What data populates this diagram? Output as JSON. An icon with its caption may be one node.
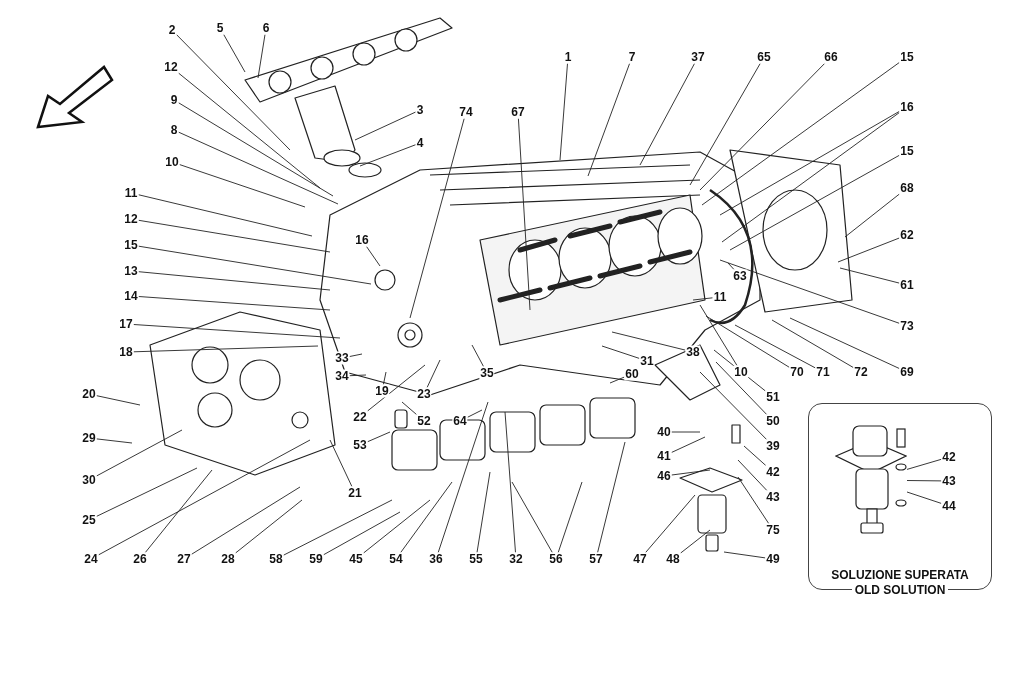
{
  "diagram": {
    "nodes": [
      {
        "text": [
          "2"
        ]
      },
      {
        "text": [
          "5"
        ]
      },
      {
        "text": [
          "6"
        ]
      },
      {
        "text": [
          "12"
        ]
      },
      {
        "text": [
          "9"
        ]
      },
      {
        "text": [
          "8"
        ]
      },
      {
        "text": [
          "10"
        ]
      },
      {
        "text": [
          "11"
        ]
      },
      {
        "text": [
          "12"
        ]
      },
      {
        "text": [
          "15"
        ]
      },
      {
        "text": [
          "13"
        ]
      },
      {
        "text": [
          "14"
        ]
      },
      {
        "text": [
          "17"
        ]
      },
      {
        "text": [
          "18"
        ]
      },
      {
        "text": [
          "20"
        ]
      },
      {
        "text": [
          "29"
        ]
      },
      {
        "text": [
          "30"
        ]
      },
      {
        "text": [
          "25"
        ]
      },
      {
        "text": [
          "24"
        ]
      },
      {
        "text": [
          "26"
        ]
      },
      {
        "text": [
          "27"
        ]
      },
      {
        "text": [
          "28"
        ]
      },
      {
        "text": [
          "58"
        ]
      },
      {
        "text": [
          "59"
        ]
      },
      {
        "text": [
          "45"
        ]
      },
      {
        "text": [
          "54"
        ]
      },
      {
        "text": [
          "36"
        ]
      },
      {
        "text": [
          "55"
        ]
      },
      {
        "text": [
          "32"
        ]
      },
      {
        "text": [
          "56"
        ]
      },
      {
        "text": [
          "57"
        ]
      },
      {
        "text": [
          "47"
        ]
      },
      {
        "text": [
          "48"
        ]
      },
      {
        "text": [
          "49"
        ]
      },
      {
        "text": [
          "3"
        ]
      },
      {
        "text": [
          "4"
        ]
      },
      {
        "text": [
          "74"
        ]
      },
      {
        "text": [
          "67"
        ]
      },
      {
        "text": [
          "1"
        ]
      },
      {
        "text": [
          "7"
        ]
      },
      {
        "text": [
          "37"
        ]
      },
      {
        "text": [
          "65"
        ]
      },
      {
        "text": [
          "66"
        ]
      },
      {
        "text": [
          "15"
        ]
      },
      {
        "text": [
          "16"
        ]
      },
      {
        "text": [
          "15"
        ]
      },
      {
        "text": [
          "68"
        ]
      },
      {
        "text": [
          "62"
        ]
      },
      {
        "text": [
          "61"
        ]
      },
      {
        "text": [
          "73"
        ]
      },
      {
        "text": [
          "69"
        ]
      },
      {
        "text": [
          "72"
        ]
      },
      {
        "text": [
          "71"
        ]
      },
      {
        "text": [
          "70"
        ]
      },
      {
        "text": [
          "10"
        ]
      },
      {
        "text": [
          "63"
        ]
      },
      {
        "text": [
          "11"
        ]
      },
      {
        "text": [
          "16"
        ]
      },
      {
        "text": [
          "33"
        ]
      },
      {
        "text": [
          "34"
        ]
      },
      {
        "text": [
          "19"
        ]
      },
      {
        "text": [
          "22"
        ]
      },
      {
        "text": [
          "23"
        ]
      },
      {
        "text": [
          "52"
        ]
      },
      {
        "text": [
          "53"
        ]
      },
      {
        "text": [
          "21"
        ]
      },
      {
        "text": [
          "35"
        ]
      },
      {
        "text": [
          "64"
        ]
      },
      {
        "text": [
          "38"
        ]
      },
      {
        "text": [
          "31"
        ]
      },
      {
        "text": [
          "60"
        ]
      },
      {
        "text": [
          "51"
        ]
      },
      {
        "text": [
          "50"
        ]
      },
      {
        "text": [
          "39"
        ]
      },
      {
        "text": [
          "42"
        ]
      },
      {
        "text": [
          "43"
        ]
      },
      {
        "text": [
          "75"
        ]
      },
      {
        "text": [
          "40"
        ]
      },
      {
        "text": [
          "41"
        ]
      },
      {
        "text": [
          "46"
        ]
      },
      {
        "text": [
          "SOLUZIONE SUPERATA",
          "OLD SOLUTION"
        ]
      },
      {
        "text": [
          "42"
        ],
        "in": 80
      },
      {
        "text": [
          "43"
        ],
        "in": 80
      },
      {
        "text": [
          "44"
        ],
        "in": 80
      },
      {
        "text": [],
        "shape": "picture",
        "in": 80
      }
    ],
    "edges": [
      {
        "from": 0,
        "to": null,
        "arrow": "none"
      },
      {
        "from": 1,
        "to": null,
        "arrow": "none"
      },
      {
        "from": 2,
        "to": null,
        "arrow": "none"
      },
      {
        "from": 3,
        "to": null,
        "arrow": "none"
      },
      {
        "from": 4,
        "to": null,
        "arrow": "none"
      },
      {
        "from": 5,
        "to": null,
        "arrow": "none"
      },
      {
        "from": 6,
        "to": null,
        "arrow": "none"
      },
      {
        "from": 7,
        "to": null,
        "arrow": "none"
      },
      {
        "from": 8,
        "to": null,
        "arrow": "none"
      },
      {
        "from": 9,
        "to": null,
        "arrow": "none"
      },
      {
        "from": 10,
        "to": null,
        "arrow": "none"
      },
      {
        "from": 11,
        "to": null,
        "arrow": "none"
      },
      {
        "from": 12,
        "to": null,
        "arrow": "none"
      },
      {
        "from": 13,
        "to": null,
        "arrow": "none"
      },
      {
        "from": 14,
        "to": null,
        "arrow": "none"
      },
      {
        "from": 15,
        "to": null,
        "arrow": "none"
      },
      {
        "from": 16,
        "to": null,
        "arrow": "none"
      },
      {
        "from": 17,
        "to": null,
        "arrow": "none"
      },
      {
        "from": 18,
        "to": null,
        "arrow": "none"
      },
      {
        "from": 19,
        "to": null,
        "arrow": "none"
      },
      {
        "from": 20,
        "to": null,
        "arrow": "none"
      },
      {
        "from": 21,
        "to": null,
        "arrow": "none"
      },
      {
        "from": 22,
        "to": null,
        "arrow": "none"
      },
      {
        "from": 23,
        "to": null,
        "arrow": "none"
      },
      {
        "from": 24,
        "to": null,
        "arrow": "none"
      },
      {
        "from": 25,
        "to": null,
        "arrow": "none"
      },
      {
        "from": 26,
        "to": null,
        "arrow": "none"
      },
      {
        "from": 27,
        "to": null,
        "arrow": "none"
      },
      {
        "from": 28,
        "to": null,
        "arrow": "none"
      },
      {
        "from": 29,
        "to": null,
        "arrow": "none"
      },
      {
        "from": 30,
        "to": null,
        "arrow": "none"
      },
      {
        "from": 31,
        "to": null,
        "arrow": "none"
      },
      {
        "from": 32,
        "to": null,
        "arrow": "none"
      },
      {
        "from": 33,
        "to": null,
        "arrow": "none"
      },
      {
        "from": 34,
        "to": null,
        "arrow": "none"
      },
      {
        "from": 35,
        "to": null,
        "arrow": "none"
      },
      {
        "from": 36,
        "to": null,
        "arrow": "none"
      },
      {
        "from": 37,
        "to": null,
        "arrow": "none"
      },
      {
        "from": 38,
        "to": null,
        "arrow": "none"
      },
      {
        "from": 39,
        "to": null,
        "arrow": "none"
      },
      {
        "from": 40,
        "to": null,
        "arrow": "none"
      },
      {
        "from": 41,
        "to": null,
        "arrow": "none"
      },
      {
        "from": 42,
        "to": null,
        "arrow": "none"
      },
      {
        "from": 43,
        "to": null,
        "arrow": "none"
      },
      {
        "from": 44,
        "to": null,
        "arrow": "none"
      },
      {
        "from": 45,
        "to": null,
        "arrow": "none"
      },
      {
        "from": 46,
        "to": null,
        "arrow": "none"
      },
      {
        "from": 47,
        "to": null,
        "arrow": "none"
      },
      {
        "from": 48,
        "to": null,
        "arrow": "none"
      },
      {
        "from": 49,
        "to": null,
        "arrow": "none"
      },
      {
        "from": 50,
        "to": null,
        "arrow": "none"
      },
      {
        "from": 51,
        "to": null,
        "arrow": "none"
      },
      {
        "from": 52,
        "to": null,
        "arrow": "none"
      },
      {
        "from": 53,
        "to": null,
        "arrow": "none"
      },
      {
        "from": 54,
        "to": null,
        "arrow": "none"
      },
      {
        "from": 55,
        "to": null,
        "arrow": "none"
      },
      {
        "from": 56,
        "to": null,
        "arrow": "none"
      },
      {
        "from": 57,
        "to": null,
        "arrow": "none"
      },
      {
        "from": 58,
        "to": null,
        "arrow": "none"
      },
      {
        "from": 59,
        "to": null,
        "arrow": "none"
      },
      {
        "from": 60,
        "to": null,
        "arrow": "none"
      },
      {
        "from": 61,
        "to": null,
        "arrow": "none"
      },
      {
        "from": 62,
        "to": null,
        "arrow": "none"
      },
      {
        "from": 63,
        "to": null,
        "arrow": "none"
      },
      {
        "from": 64,
        "to": null,
        "arrow": "none"
      },
      {
        "from": 65,
        "to": null,
        "arrow": "none"
      },
      {
        "from": 66,
        "to": null,
        "arrow": "none"
      },
      {
        "from": 67,
        "to": null,
        "arrow": "none"
      },
      {
        "from": 68,
        "to": null,
        "arrow": "none"
      },
      {
        "from": 69,
        "to": null,
        "arrow": "none"
      },
      {
        "from": 70,
        "to": null,
        "arrow": "none"
      },
      {
        "from": 71,
        "to": null,
        "arrow": "none"
      },
      {
        "from": 72,
        "to": null,
        "arrow": "none"
      },
      {
        "from": 73,
        "to": null,
        "arrow": "none"
      },
      {
        "from": 74,
        "to": null,
        "arrow": "none"
      },
      {
        "from": 75,
        "to": null,
        "arrow": "none"
      },
      {
        "from": 76,
        "to": null,
        "arrow": "none"
      },
      {
        "from": 77,
        "to": null,
        "arrow": "none"
      },
      {
        "from": 78,
        "to": null,
        "arrow": "none"
      },
      {
        "from": 79,
        "to": null,
        "arrow": "none"
      },
      {
        "from": 44,
        "to": null,
        "arrow": "none"
      },
      {
        "from": 29,
        "to": null,
        "arrow": "none"
      },
      {
        "from": 81,
        "to": 84,
        "arrow": "none"
      },
      {
        "from": 82,
        "to": 84,
        "arrow": "none"
      },
      {
        "from": 83,
        "to": 84,
        "arrow": "none"
      }
    ]
  }
}
